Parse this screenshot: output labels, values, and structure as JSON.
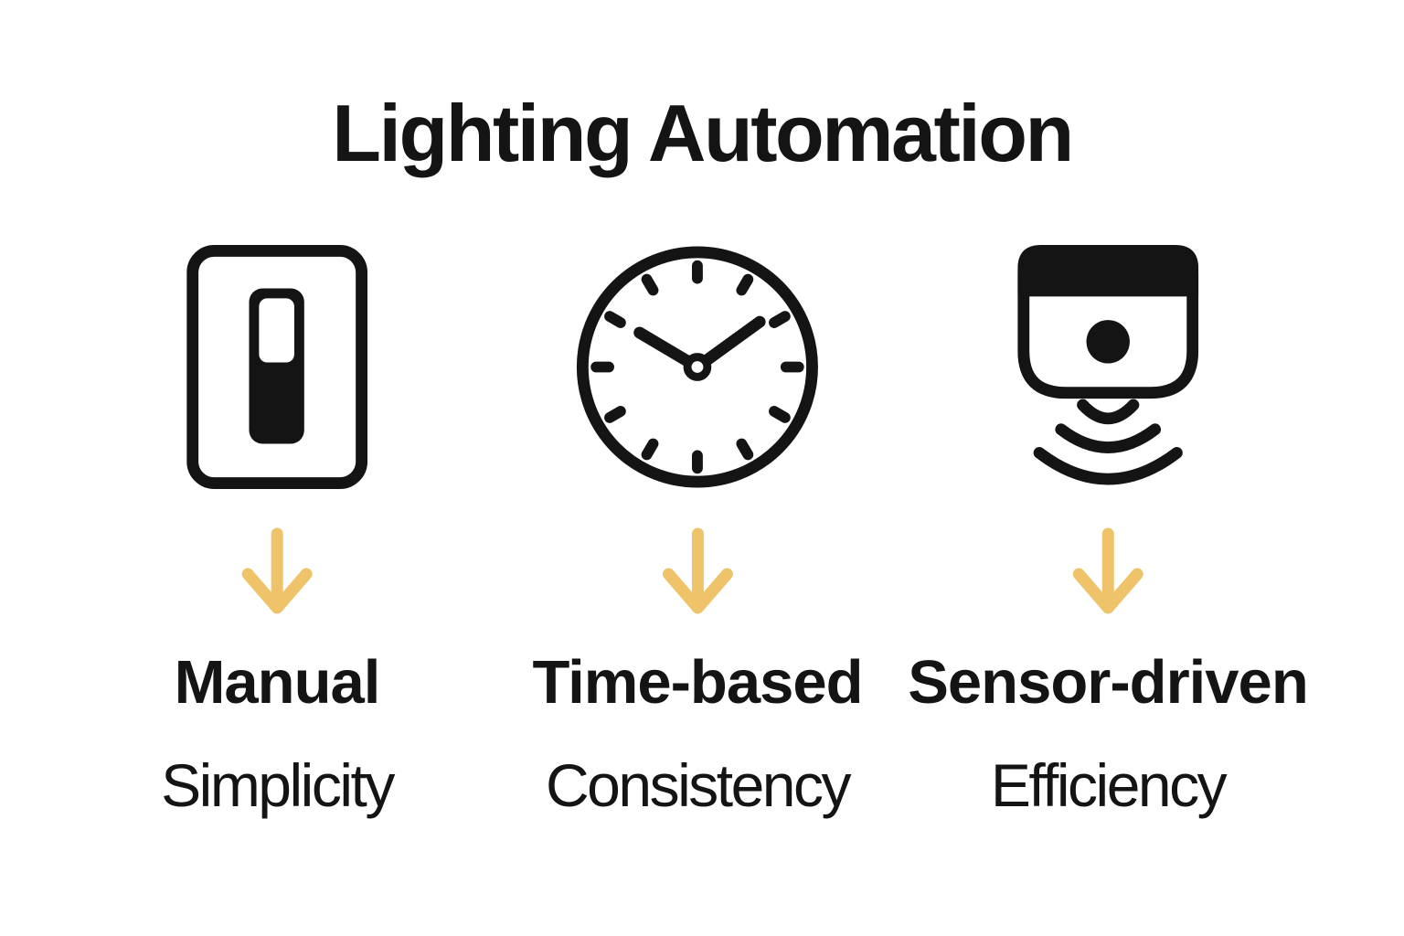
{
  "title": "Lighting Automation",
  "colors": {
    "ink": "#141414",
    "accent": "#EFC36A"
  },
  "columns": [
    {
      "icon": "light-switch",
      "label": "Manual",
      "description": "Simplicity"
    },
    {
      "icon": "clock",
      "label": "Time-based",
      "description": "Consistency"
    },
    {
      "icon": "motion-sensor",
      "label": "Sensor-driven",
      "description": "Efficiency"
    }
  ]
}
